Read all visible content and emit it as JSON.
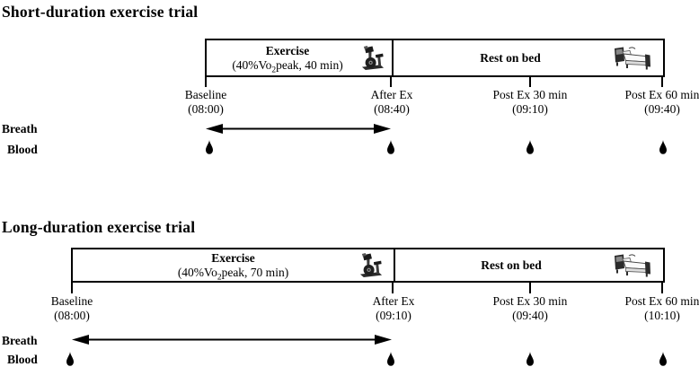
{
  "figure": {
    "icons": {
      "exercise_icon": "cycle-ergometer-icon",
      "rest_icon": "bed-icon",
      "breath_marker": "double-headed-arrow",
      "blood_marker": "blood-drop"
    },
    "trials": [
      {
        "title": "Short-duration exercise trial",
        "exercise": {
          "label": "Exercise",
          "detail_pre": "(40%Vo",
          "detail_sub": "2",
          "detail_post": "peak, 40 min)"
        },
        "rest": {
          "label": "Rest on bed"
        },
        "timepoints": [
          {
            "name": "Baseline",
            "time": "(08:00)"
          },
          {
            "name": "After Ex",
            "time": "(08:40)"
          },
          {
            "name": "Post Ex 30 min",
            "time": "(09:10)"
          },
          {
            "name": "Post Ex 60 min",
            "time": "(09:40)"
          }
        ],
        "rows": {
          "breath": "Breath",
          "blood": "Blood"
        },
        "breath_span": [
          "Baseline",
          "After Ex"
        ],
        "blood_sample_count": 4
      },
      {
        "title": "Long-duration exercise trial",
        "exercise": {
          "label": "Exercise",
          "detail_pre": "(40%Vo",
          "detail_sub": "2",
          "detail_post": "peak, 70 min)"
        },
        "rest": {
          "label": "Rest on bed"
        },
        "timepoints": [
          {
            "name": "Baseline",
            "time": "(08:00)"
          },
          {
            "name": "After Ex",
            "time": "(09:10)"
          },
          {
            "name": "Post Ex 30 min",
            "time": "(09:40)"
          },
          {
            "name": "Post Ex 60 min",
            "time": "(10:10)"
          }
        ],
        "rows": {
          "breath": "Breath",
          "blood": "Blood"
        },
        "breath_span": [
          "Baseline",
          "After Ex"
        ],
        "blood_sample_count": 4
      }
    ]
  }
}
